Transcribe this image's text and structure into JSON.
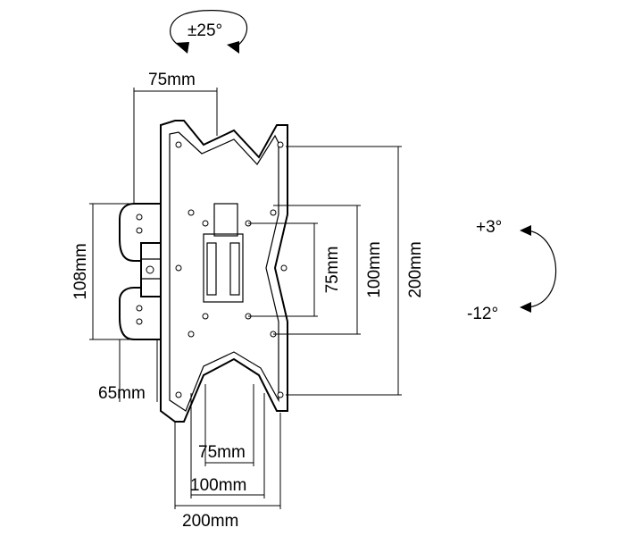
{
  "rotation": {
    "swivel": "±25°",
    "tilt_up": "+3°",
    "tilt_down": "-12°"
  },
  "dimensions": {
    "top_width": "75mm",
    "bracket_height": "108mm",
    "bracket_depth": "65mm",
    "vesa_h_75": "75mm",
    "vesa_h_100": "100mm",
    "vesa_h_200": "200mm",
    "vesa_w_75": "75mm",
    "vesa_w_100": "100mm",
    "vesa_w_200": "200mm"
  },
  "colors": {
    "line": "#000000",
    "background": "#ffffff"
  }
}
